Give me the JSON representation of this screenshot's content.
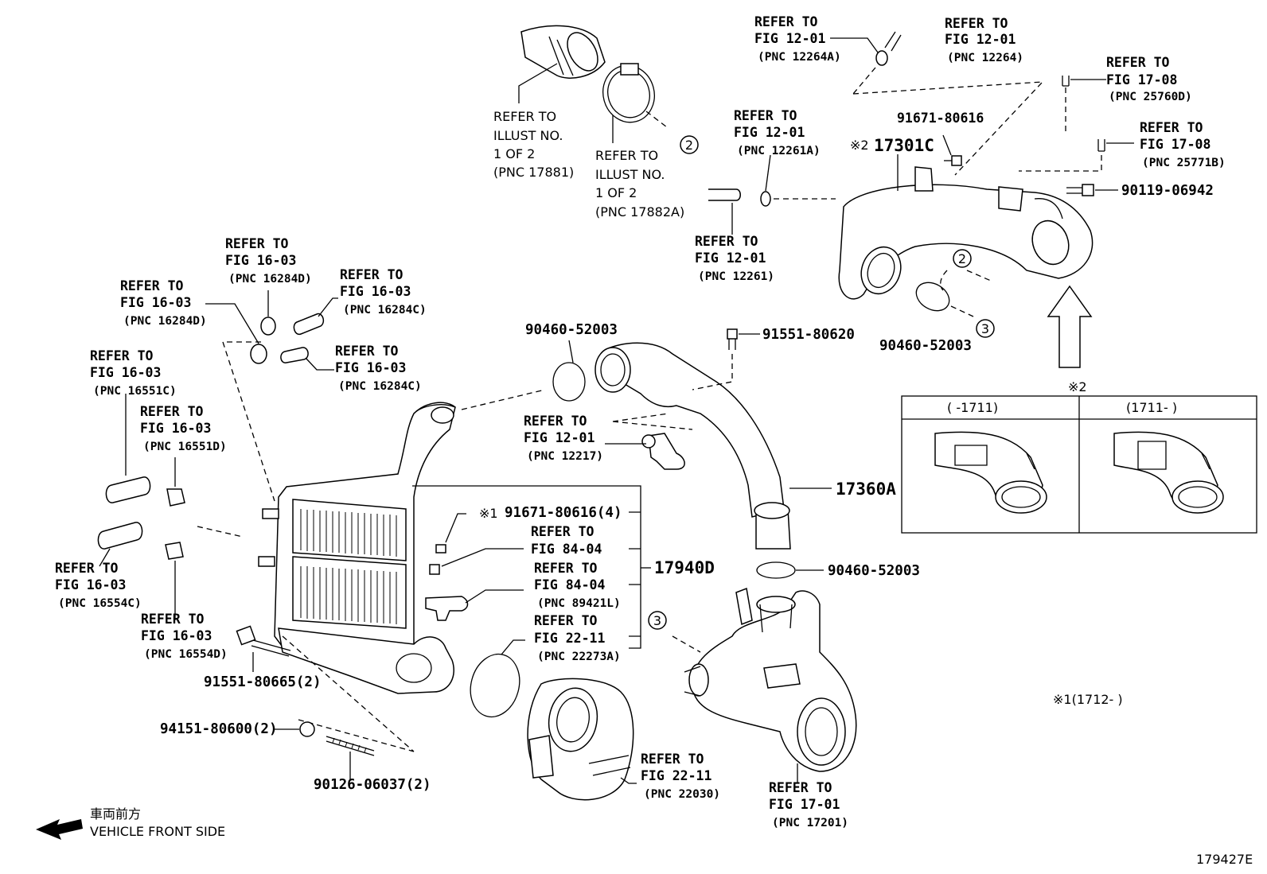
{
  "refer": {
    "r1": {
      "line1": "REFER TO",
      "line2": "FIG 12-01",
      "pnc": "(PNC 12264A)"
    },
    "r2": {
      "line1": "REFER TO",
      "line2": "FIG 12-01",
      "pnc": "(PNC 12264)"
    },
    "r3": {
      "line1": "REFER TO",
      "line2": "FIG 17-08",
      "pnc": "(PNC 25760D)"
    },
    "r4": {
      "line1": "REFER TO",
      "line2": "FIG 17-08",
      "pnc": "(PNC 25771B)"
    },
    "r5": {
      "line1": "REFER TO",
      "line2": "FIG 12-01",
      "pnc": "(PNC 12261A)"
    },
    "r6": {
      "line1": "REFER TO",
      "line2": "FIG 12-01",
      "pnc": "(PNC 12261)"
    },
    "r7": {
      "line1": "REFER TO",
      "line2": "ILLUST NO.",
      "line3": "1 OF 2",
      "pnc": "(PNC 17881)"
    },
    "r8": {
      "line1": "REFER TO",
      "line2": "ILLUST NO.",
      "line3": "1 OF 2",
      "pnc": "(PNC 17882A)"
    },
    "r9": {
      "line1": "REFER TO",
      "line2": "FIG 16-03",
      "pnc": "(PNC 16284D)"
    },
    "r10": {
      "line1": "REFER TO",
      "line2": "FIG 16-03",
      "pnc": "(PNC 16284C)"
    },
    "r11": {
      "line1": "REFER TO",
      "line2": "FIG 16-03",
      "pnc": "(PNC 16284D)"
    },
    "r12": {
      "line1": "REFER TO",
      "line2": "FIG 16-03",
      "pnc": "(PNC 16284C)"
    },
    "r13": {
      "line1": "REFER TO",
      "line2": "FIG 16-03",
      "pnc": "(PNC 16551C)"
    },
    "r14": {
      "line1": "REFER TO",
      "line2": "FIG 16-03",
      "pnc": "(PNC 16551D)"
    },
    "r15": {
      "line1": "REFER TO",
      "line2": "FIG 16-03",
      "pnc": "(PNC 16554C)"
    },
    "r16": {
      "line1": "REFER TO",
      "line2": "FIG 16-03",
      "pnc": "(PNC 16554D)"
    },
    "r17": {
      "line1": "REFER TO",
      "line2": "FIG 12-01",
      "pnc": "(PNC 12217)"
    },
    "r18": {
      "line1": "REFER TO",
      "line2": "FIG 84-04"
    },
    "r19": {
      "line1": "REFER TO",
      "line2": "FIG 84-04",
      "pnc": "(PNC 89421L)"
    },
    "r20": {
      "line1": "REFER TO",
      "line2": "FIG 22-11",
      "pnc": "(PNC 22273A)"
    },
    "r21": {
      "line1": "REFER TO",
      "line2": "FIG 22-11",
      "pnc": "(PNC 22030)"
    },
    "r22": {
      "line1": "REFER TO",
      "line2": "FIG 17-01",
      "pnc": "(PNC 17201)"
    }
  },
  "parts": {
    "p91671_top": "91671-80616",
    "p17301C": "17301C",
    "p17301C_mark": "※2",
    "p90119": "90119-06942",
    "p90460_a": "90460-52003",
    "p90460_b": "90460-52003",
    "p90460_c": "90460-52003",
    "p91551_80620": "91551-80620",
    "p17360A": "17360A",
    "p91671_mid": "91671-80616(4)",
    "p91671_mid_mark": "※1",
    "p17940D": "17940D",
    "p91551_80665": "91551-80665(2)",
    "p94151": "94151-80600(2)",
    "p90126": "90126-06037(2)"
  },
  "callouts": [
    "2",
    "2",
    "3",
    "3"
  ],
  "variants": {
    "mark": "※2",
    "col1": "(      -1711)",
    "col2": "(1711-      )"
  },
  "note1": "※1(1712-      )",
  "front": {
    "jp": "車両前方",
    "en": "VEHICLE FRONT SIDE"
  },
  "illust_no": "179427E"
}
